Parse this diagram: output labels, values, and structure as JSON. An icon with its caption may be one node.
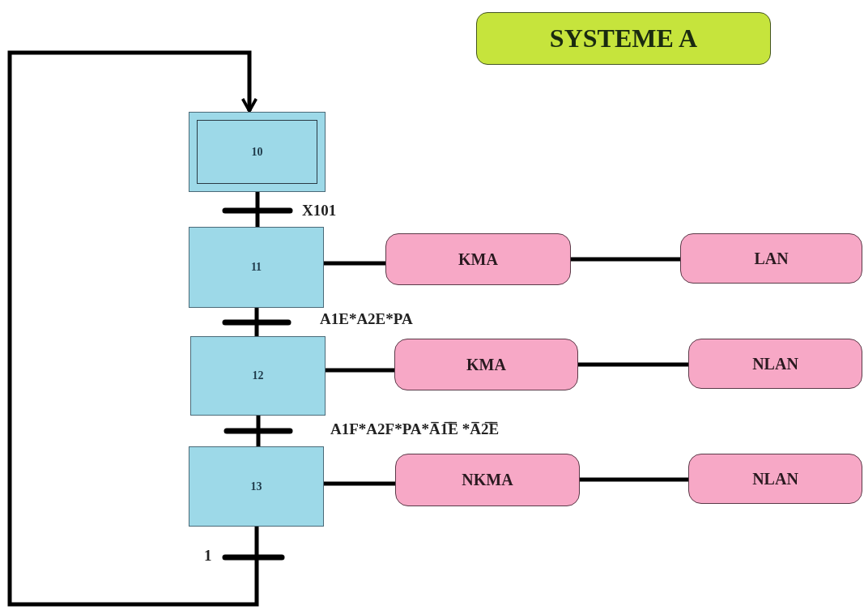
{
  "diagram": {
    "title": "SYSTEME A",
    "nodes": [
      {
        "text": [
          "10"
        ]
      },
      {
        "text": [
          "11"
        ]
      },
      {
        "text": [
          "12"
        ]
      },
      {
        "text": [
          "13"
        ]
      },
      {
        "text": [
          "KMA"
        ]
      },
      {
        "text": [
          "LAN"
        ]
      },
      {
        "text": [
          "KMA"
        ]
      },
      {
        "text": [
          "NLAN"
        ]
      },
      {
        "text": [
          "NKMA"
        ]
      },
      {
        "text": [
          "NLAN"
        ]
      }
    ],
    "edges": [
      {
        "from": 0,
        "to": 1,
        "arrow": "none",
        "label": "X101"
      },
      {
        "from": 1,
        "to": 2,
        "arrow": "none",
        "label": "A1E*A2E*PA"
      },
      {
        "from": 2,
        "to": 3,
        "arrow": "none",
        "label": "A1F*A2F*PA*A̅1̅E̅ *A̅2̅E̅"
      },
      {
        "from": 3,
        "to": 0,
        "arrow": "to",
        "label": "1"
      },
      {
        "from": 1,
        "to": 4,
        "arrow": "none"
      },
      {
        "from": 4,
        "to": 5,
        "arrow": "none"
      },
      {
        "from": 2,
        "to": 6,
        "arrow": "none"
      },
      {
        "from": 6,
        "to": 7,
        "arrow": "none"
      },
      {
        "from": 3,
        "to": 8,
        "arrow": "none"
      },
      {
        "from": 8,
        "to": 9,
        "arrow": "none"
      }
    ]
  }
}
